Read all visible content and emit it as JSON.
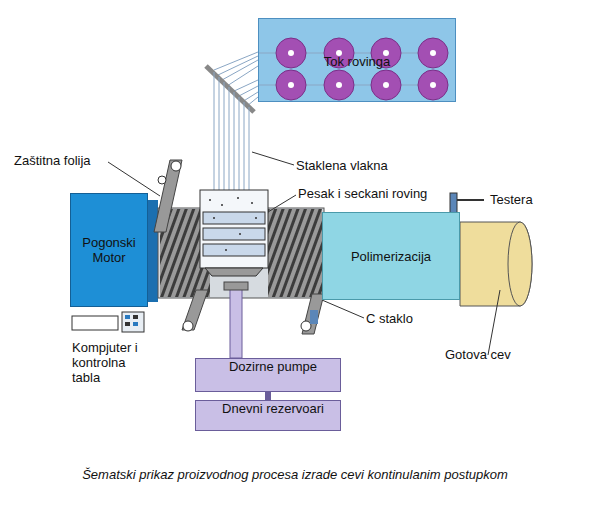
{
  "diagram": {
    "caption": "Šematski prikaz proizvodnog procesa izrade cevi kontinulanim postupkom",
    "nodes": [
      {
        "text": [
          "Tok rovinga"
        ]
      },
      {
        "text": [
          "Pogonski Motor"
        ]
      },
      {
        "text": [
          "Polimerizacija"
        ]
      },
      {
        "text": [
          "Dozirne pumpe"
        ]
      },
      {
        "text": [
          "Dnevni rezervoari"
        ]
      }
    ],
    "edges": [
      {
        "from": 3,
        "to": 4,
        "arrow": "none"
      }
    ],
    "labels": [
      "Zaštitna folija",
      "Staklena vlakna",
      "Pesak i seckani roving",
      "Testera",
      "C staklo",
      "Kompjuter i kontrolna tabla",
      "Gotova cev"
    ]
  }
}
